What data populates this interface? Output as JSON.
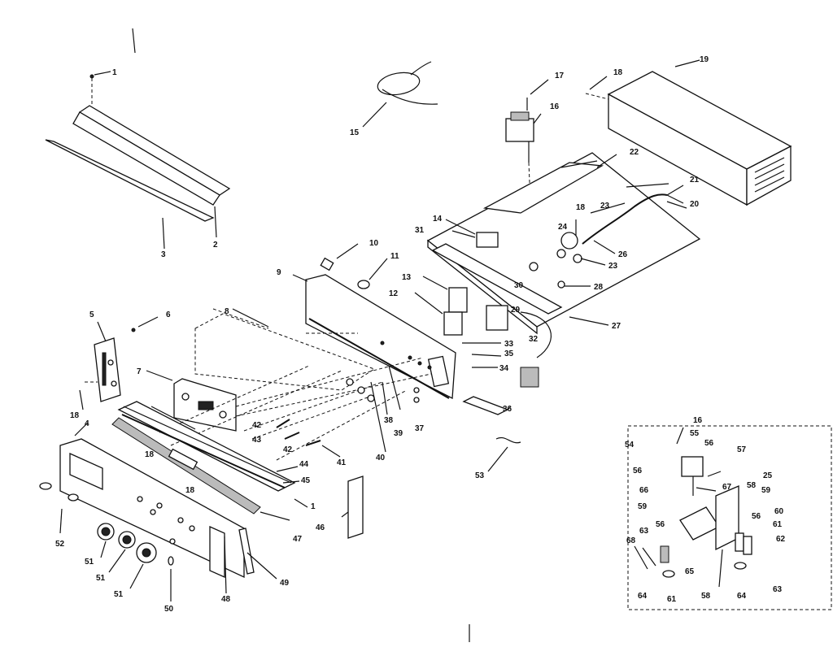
{
  "diagram": {
    "callouts": [
      "1",
      "2",
      "3",
      "4",
      "5",
      "6",
      "7",
      "8",
      "9",
      "10",
      "11",
      "12",
      "13",
      "14",
      "15",
      "16",
      "17",
      "18",
      "19",
      "20",
      "21",
      "22",
      "23",
      "24",
      "25",
      "26",
      "27",
      "28",
      "29",
      "30",
      "31",
      "32",
      "33",
      "34",
      "35",
      "36",
      "37",
      "38",
      "39",
      "40",
      "41",
      "42",
      "43",
      "44",
      "45",
      "46",
      "47",
      "48",
      "49",
      "50",
      "51",
      "52",
      "53",
      "54",
      "55",
      "56",
      "57",
      "58",
      "59",
      "60",
      "61",
      "62",
      "63",
      "64",
      "65",
      "66",
      "67",
      "68"
    ],
    "inset_label": "16"
  }
}
